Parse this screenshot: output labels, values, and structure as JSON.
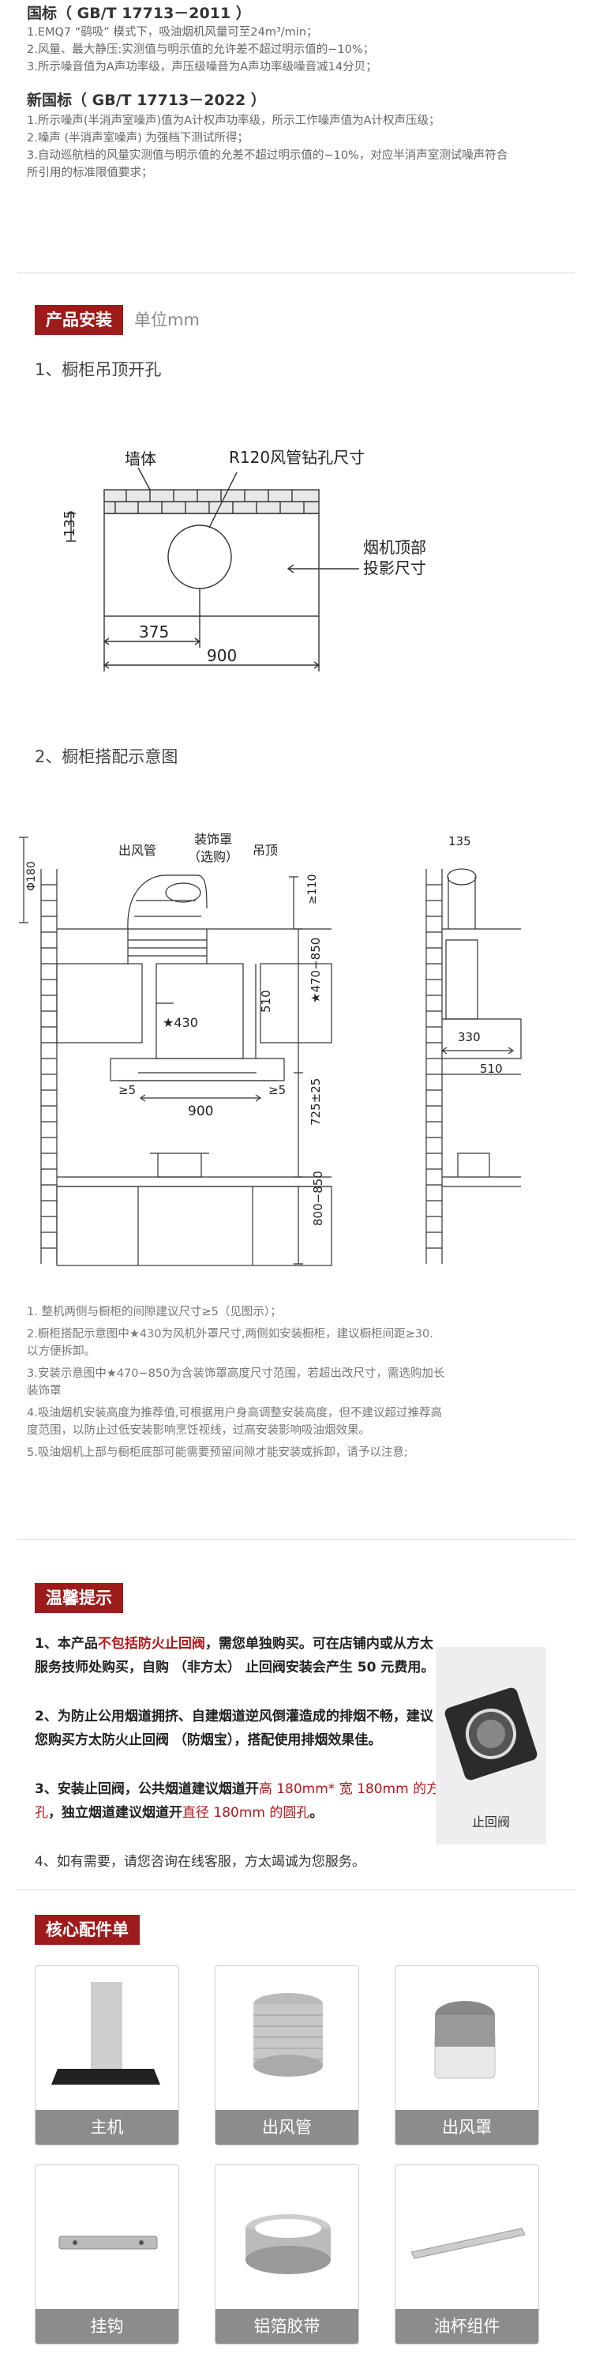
{
  "standards": {
    "old_title": "国标（ GB/T 17713－2011 ）",
    "old_lines": [
      "1.EMQ7 “鹞吸” 模式下，吸油烟机风量可至24m³/min；",
      "2.风量、最大静压:实测值与明示值的允许差不超过明示值的−10%；",
      "3.所示噪音值为A声功率级，声压级噪音为A声功率级噪音减14分贝；"
    ],
    "new_title": "新国标（ GB/T 17713－2022 ）",
    "new_lines": [
      "1.所示噪声(半消声室噪声)值为A计权声功率级，所示工作噪声值为A计权声压级；",
      "2.噪声 (半消声室噪声) 为强档下测试所得；",
      "3.自动巡航档的风量实测值与明示值的允差不超过明示值的−10%，对应半消声室测试噪声符合",
      "所引用的标准限值要求；"
    ]
  },
  "install": {
    "tag": "产品安装",
    "unit": "单位mm",
    "step1": "1、橱柜吊顶开孔",
    "d1": {
      "wall": "墙体",
      "r120": "R120风管钻孔尺寸",
      "proj1": "烟机顶部",
      "proj2": "投影尺寸",
      "d135": "135",
      "d375": "375",
      "d900": "900"
    },
    "step2": "2、橱柜搭配示意图",
    "d2": {
      "outlet": "出风管",
      "cover1": "装饰罩",
      "cover2": "（选购）",
      "ceiling": "吊顶",
      "phi180": "Φ180",
      "ge110": "≥110",
      "star430": "★430",
      "d510": "510",
      "range": "★470−850",
      "ge5a": "≥5",
      "ge5b": "≥5",
      "d900": "900",
      "d725": "725±25",
      "d800": "800−850",
      "s135": "135",
      "s330": "330",
      "s510": "510"
    },
    "notes": [
      "1. 整机两侧与橱柜的间隙建议尺寸≥5（见图示）；",
      "2.橱柜搭配示意图中★430为风机外罩尺寸,两侧如安装橱柜，建议橱柜间距≥30.",
      "以方便拆卸。",
      "3.安装示意图中★470−850为含装饰罩高度尺寸范围，若超出改尺寸，需选购加长",
      "装饰罩",
      "4.吸油烟机安装高度为推荐值,可根据用户身高调整安装高度，但不建议超过推荐高",
      "度范围，以防止过低安装影响烹饪视线，过高安装影响吸油烟效果。",
      "5.吸油烟机上部与橱柜底部可能需要预留间隙才能安装或拆卸，请予以注意;"
    ]
  },
  "warm": {
    "tag": "温馨提示",
    "p1a": "1、本产品",
    "p1b": "不包括防火止回阀",
    "p1c": "，需您单独购买。可在店铺内或从方太服务技师处购买，自购 （非方太） 止回阀安装会产生 50 元费用。",
    "p2": "2、为防止公用烟道拥挤、自建烟道逆风倒灌造成的排烟不畅，建议您购买方太防火止回阀 （防烟宝），搭配使用排烟效果佳。",
    "p3a": "3、安装止回阀，公共烟道建议烟道开",
    "p3b": "高 180mm* 宽 180mm 的方孔",
    "p3c": "，独立烟道建议烟道开",
    "p3d": "直径 180mm 的圆孔",
    "p3e": "。",
    "p4": "4、如有需要，请您咨询在线客服，方太竭诚为您服务。",
    "valve_label": "止回阀"
  },
  "parts": {
    "tag": "核心配件单",
    "items": [
      "主机",
      "出风管",
      "出风罩",
      "挂钩",
      "铝箔胶带",
      "油杯组件"
    ]
  }
}
